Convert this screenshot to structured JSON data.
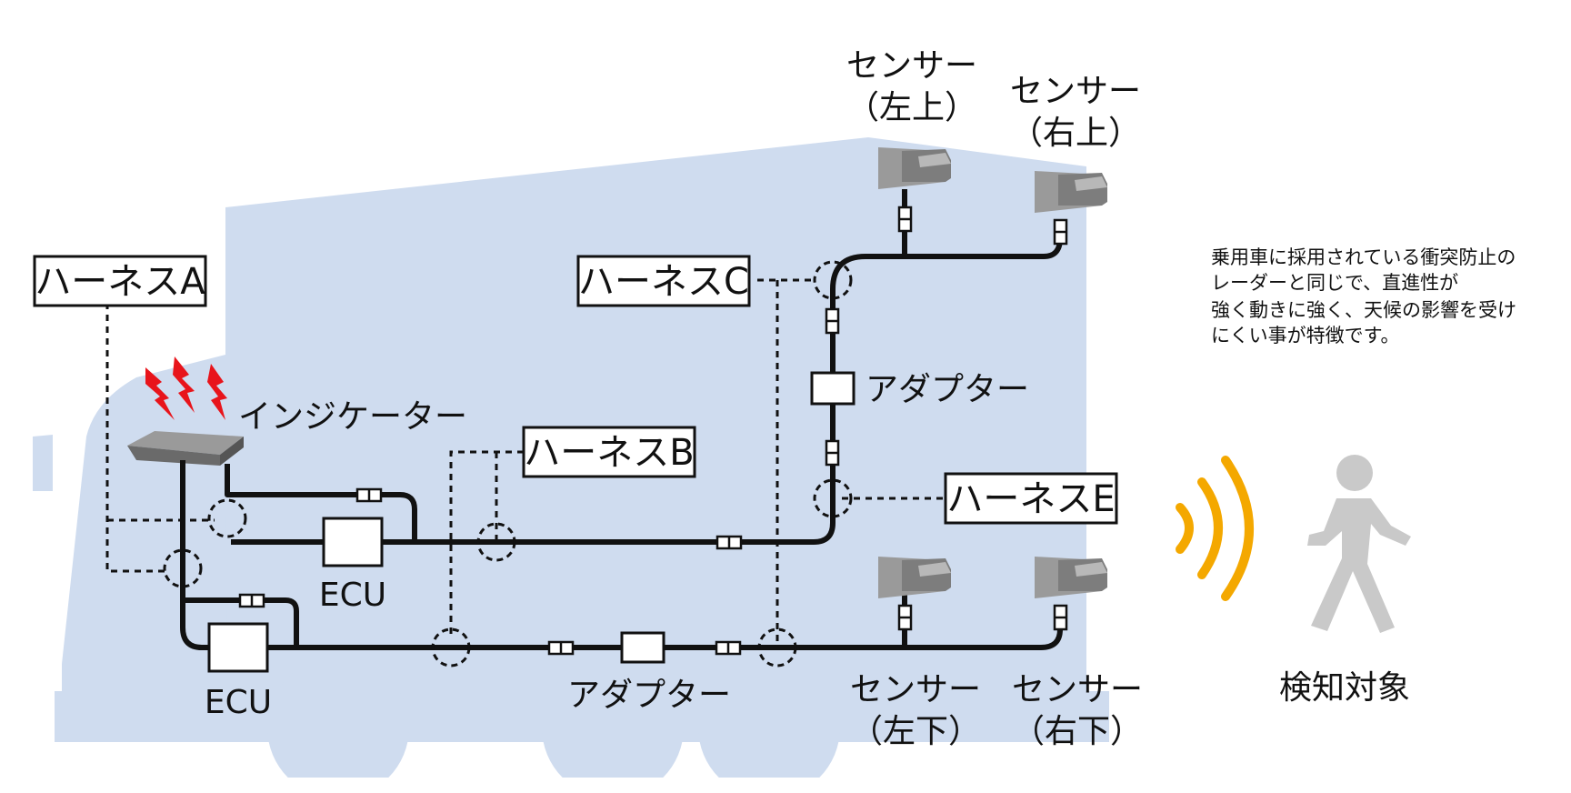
{
  "labels": {
    "harness_a": "ハーネスA",
    "harness_b": "ハーネスB",
    "harness_c": "ハーネスC",
    "harness_e": "ハーネスE",
    "indicator": "インジケーター",
    "ecu_upper": "ECU",
    "ecu_lower": "ECU",
    "adapter_vertical": "アダプター",
    "adapter_bottom": "アダプター",
    "sensor_top_left": [
      "センサー",
      "（左上）"
    ],
    "sensor_top_right": [
      "センサー",
      "（右上）"
    ],
    "sensor_bottom_left": [
      "センサー",
      "（左下）"
    ],
    "sensor_bottom_right": [
      "センサー",
      "（右下）"
    ],
    "detection_target": "検知対象"
  },
  "note": [
    "乗用車に採用されている衝突防止の",
    "レーダーと同じで、直進性が",
    "強く動きに強く、天候の影響を受け",
    "にくい事が特徴です。"
  ],
  "icons": {
    "alert": "alert-spark-icon",
    "radar_waves": "radar-wave-icon",
    "pedestrian": "pedestrian-icon",
    "sensor": "radar-sensor-icon"
  },
  "colors": {
    "truck_body": "#cfdcef",
    "wire": "#111111",
    "alert": "#e8141b",
    "wave": "#f4a800",
    "pedestrian": "#c9c9c9",
    "device": "#7d7d7d"
  }
}
